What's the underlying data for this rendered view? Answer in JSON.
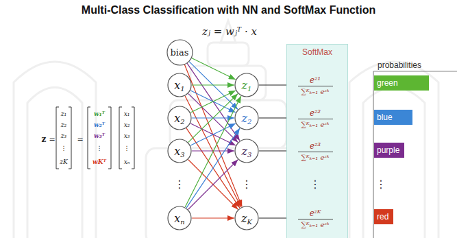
{
  "diagram": {
    "title": "Multi-Class Classification with NN and SoftMax Function",
    "nodes": [
      {
        "text": [
          "bias"
        ]
      },
      {
        "text": [
          "x",
          "1"
        ]
      },
      {
        "text": [
          "x",
          "2"
        ]
      },
      {
        "text": [
          "x",
          "3"
        ]
      },
      {
        "text": [
          "x",
          "n"
        ]
      },
      {
        "text": [
          "z",
          "1"
        ]
      },
      {
        "text": [
          "z",
          "2"
        ]
      },
      {
        "text": [
          "z",
          "3"
        ]
      },
      {
        "text": [
          "z",
          "K"
        ]
      },
      {
        "text": [
          "SoftMax"
        ]
      },
      {
        "text": [
          "eᶻ¹",
          "∑ᴷₖ₌₁ eᶻᵏ"
        ],
        "in": 9
      },
      {
        "text": [
          "eᶻ²",
          "∑ᴷₖ₌₁ eᶻᵏ"
        ],
        "in": 9
      },
      {
        "text": [
          "eᶻ³",
          "∑ᴷₖ₌₁ eᶻᵏ"
        ],
        "in": 9
      },
      {
        "text": [
          "eᶻᴷ",
          "∑ᴷₖ₌₁ eᶻᵏ"
        ],
        "in": 9
      },
      {
        "text": [
          "green"
        ]
      },
      {
        "text": [
          "blue"
        ]
      },
      {
        "text": [
          "purple"
        ]
      },
      {
        "text": [
          "red"
        ]
      }
    ],
    "edges": [
      {
        "from": 0,
        "to": 5,
        "arrow": "to"
      },
      {
        "from": 0,
        "to": 6,
        "arrow": "to"
      },
      {
        "from": 0,
        "to": 7,
        "arrow": "to"
      },
      {
        "from": 0,
        "to": 8,
        "arrow": "to"
      },
      {
        "from": 1,
        "to": 5,
        "arrow": "to"
      },
      {
        "from": 1,
        "to": 6,
        "arrow": "to"
      },
      {
        "from": 1,
        "to": 7,
        "arrow": "to"
      },
      {
        "from": 1,
        "to": 8,
        "arrow": "to"
      },
      {
        "from": 2,
        "to": 5,
        "arrow": "to"
      },
      {
        "from": 2,
        "to": 6,
        "arrow": "to"
      },
      {
        "from": 2,
        "to": 7,
        "arrow": "to"
      },
      {
        "from": 2,
        "to": 8,
        "arrow": "to"
      },
      {
        "from": 3,
        "to": 5,
        "arrow": "to"
      },
      {
        "from": 3,
        "to": 6,
        "arrow": "to"
      },
      {
        "from": 3,
        "to": 7,
        "arrow": "to"
      },
      {
        "from": 3,
        "to": 8,
        "arrow": "to"
      },
      {
        "from": 4,
        "to": 5,
        "arrow": "to"
      },
      {
        "from": 4,
        "to": 6,
        "arrow": "to"
      },
      {
        "from": 4,
        "to": 7,
        "arrow": "to"
      },
      {
        "from": 4,
        "to": 8,
        "arrow": "to"
      },
      {
        "from": 5,
        "to": 10,
        "arrow": "to"
      },
      {
        "from": 6,
        "to": 11,
        "arrow": "to"
      },
      {
        "from": 7,
        "to": 12,
        "arrow": "to"
      },
      {
        "from": 8,
        "to": 13,
        "arrow": "to"
      }
    ],
    "labels": [
      "zⱼ = wⱼᵀ · x",
      "⋮",
      "⋮",
      "⋮",
      "probabilities",
      "⋮",
      "z",
      "=",
      "z₁",
      "z₂",
      "z₃",
      "⋮",
      "zK",
      "=",
      "w₁ᵀ",
      "w₂ᵀ",
      "w₃ᵀ",
      "⋮",
      "wKᵀ",
      "x₁",
      "x₂",
      "x₃",
      "⋮",
      "xₙ"
    ]
  }
}
